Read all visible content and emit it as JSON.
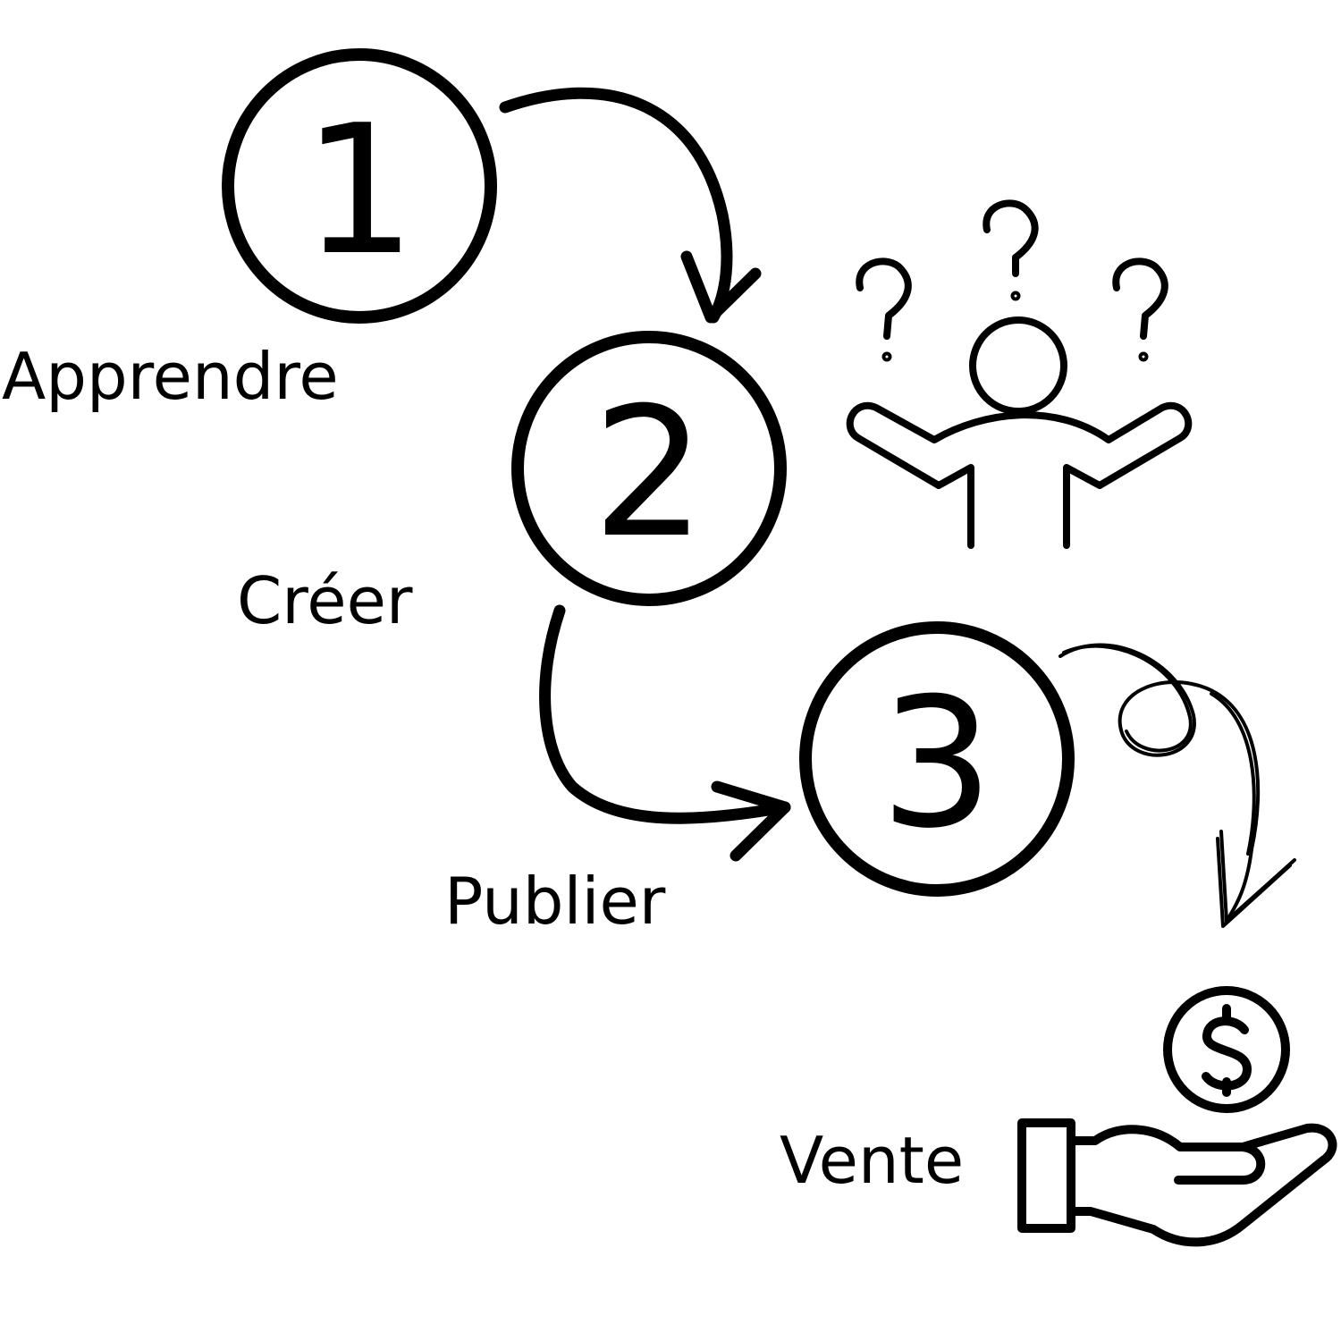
{
  "colors": {
    "ink": "#000000",
    "background": "#ffffff"
  },
  "steps": [
    {
      "number": "1",
      "label": "Apprendre"
    },
    {
      "number": "2",
      "label": "Créer"
    },
    {
      "number": "3",
      "label": "Publier"
    }
  ],
  "outcome": {
    "label": "Vente"
  },
  "icons": {
    "step1_to_2": "curved-arrow-icon",
    "step2_to_3": "curved-arrow-icon",
    "step3_to_outcome": "loop-arrow-icon",
    "confusion": "confused-person-icon",
    "coin": "dollar-coin-icon",
    "hand": "open-hand-icon"
  }
}
